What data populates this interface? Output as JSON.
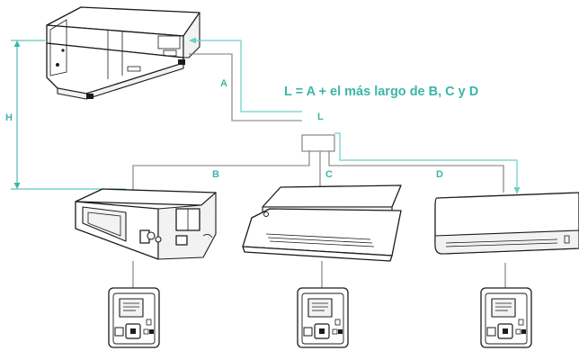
{
  "equation": "L = A + el más largo de B, C y D",
  "labels": {
    "a": "A",
    "b": "B",
    "c": "C",
    "d": "D",
    "l": "L",
    "h": "H"
  },
  "colors": {
    "accent": "#3bb6a8",
    "accent_light": "#6ccfc5",
    "pipe": "#7a7a7a",
    "outline": "#1b1b1b"
  },
  "icons": {
    "outdoor_unit": "outdoor-unit-icon",
    "branch_box": "branch-box-icon",
    "ducted_unit": "ducted-indoor-unit-icon",
    "cassette_unit": "cassette-indoor-unit-icon",
    "wall_unit": "wall-indoor-unit-icon",
    "controller": "wired-remote-controller-icon"
  }
}
